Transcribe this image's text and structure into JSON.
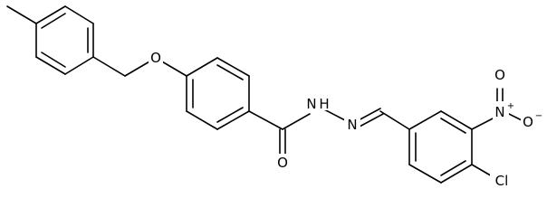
{
  "molecule": {
    "labels": {
      "ether_oxygen": "O",
      "hydrazide_nh": "N",
      "hydrazide_h": "H",
      "imine_n": "N",
      "carbonyl_o": "O",
      "nitro_n": "N",
      "nitro_n_charge": "+",
      "nitro_o_top": "O",
      "nitro_o_right": "O",
      "nitro_o_charge": "−",
      "chlorine": "Cl"
    },
    "colors": {
      "bond": "#000000",
      "text": "#000000",
      "background": "#ffffff"
    }
  }
}
